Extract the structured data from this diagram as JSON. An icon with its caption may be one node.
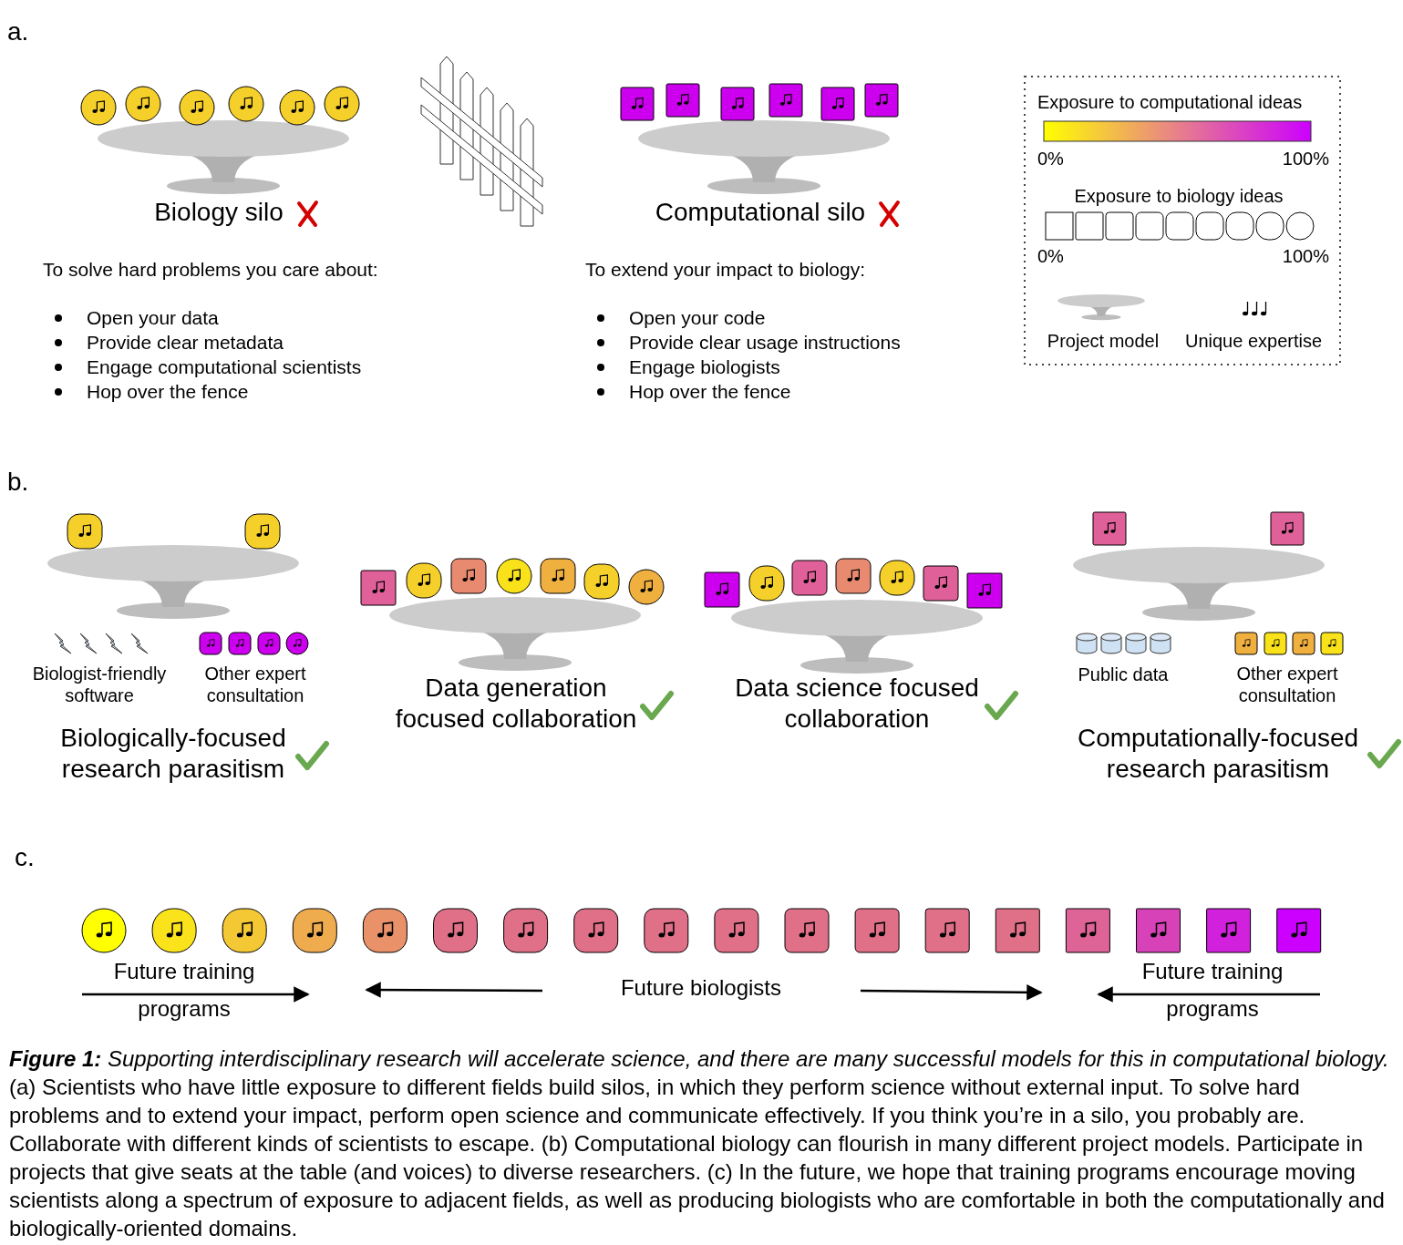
{
  "diagram": {
    "caption": "**Figure 1:** *Supporting interdisciplinary research will accelerate science, and there are many successful models for this in computational biology.* (a) Scientists who have little exposure to different fields build silos, in which they perform science without external input. To solve hard problems and to extend your impact, perform open science and communicate effectively. If you think you’re in a silo, you probably are. Collaborate with different kinds of scientists to escape. (b) Computational biology can flourish in many different project models. Participate in projects that give seats at the table (and voices) to diverse researchers. (c) In the future, we hope that training programs encourage moving scientists along a spectrum of exposure to adjacent fields, as well as producing biologists who are comfortable in both the computationally and biologically-oriented domains.",
    "labels": [
      "a.",
      "Biology silo",
      "Computational silo",
      "Exposure to computational ideas",
      "0%",
      "100%",
      "Exposure to biology ideas",
      "0%",
      "100%",
      "To solve hard problems you care about:",
      "Open your data",
      "Provide clear metadata",
      "Engage computational scientists",
      "Hop over the fence",
      "To extend your impact to biology:",
      "Open your code",
      "Provide clear usage instructions",
      "Engage biologists",
      "Hop over the fence",
      "b.",
      "Biologist-friendly software",
      "Other expert consultation",
      "Biologically-focused research parasitism",
      "Data generation focused collaboration",
      "Data science focused collaboration",
      "Public data",
      "Other expert consultation",
      "Computationally-focused research parasitism",
      "c.",
      "Future training programs",
      "Future biologists",
      "Future training programs"
    ],
    "legend": [
      {
        "text": "Project model"
      },
      {
        "text": "Unique expertise"
      }
    ]
  }
}
